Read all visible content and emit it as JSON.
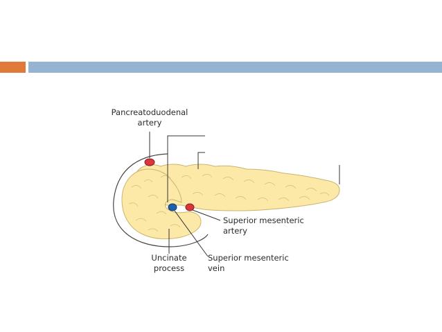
{
  "slide": {
    "accent_colors": {
      "orange": "#df7a3b",
      "blue": "#94b4d2"
    }
  },
  "diagram": {
    "colors": {
      "pancreas_fill": "#fce9a8",
      "pancreas_stroke": "#c9b46a",
      "artery_red": "#d9363e",
      "vein_blue": "#1f5fa8",
      "leader_line": "#333333"
    },
    "labels": {
      "pancreatoduodenal_line1": "Pancreatoduodenal",
      "pancreatoduodenal_line2": "artery",
      "sma_line1": "Superior mesenteric",
      "sma_line2": "artery",
      "smv_line1": "Superior mesenteric",
      "smv_line2": "vein",
      "uncinate_line1": "Uncinate",
      "uncinate_line2": "process"
    }
  }
}
